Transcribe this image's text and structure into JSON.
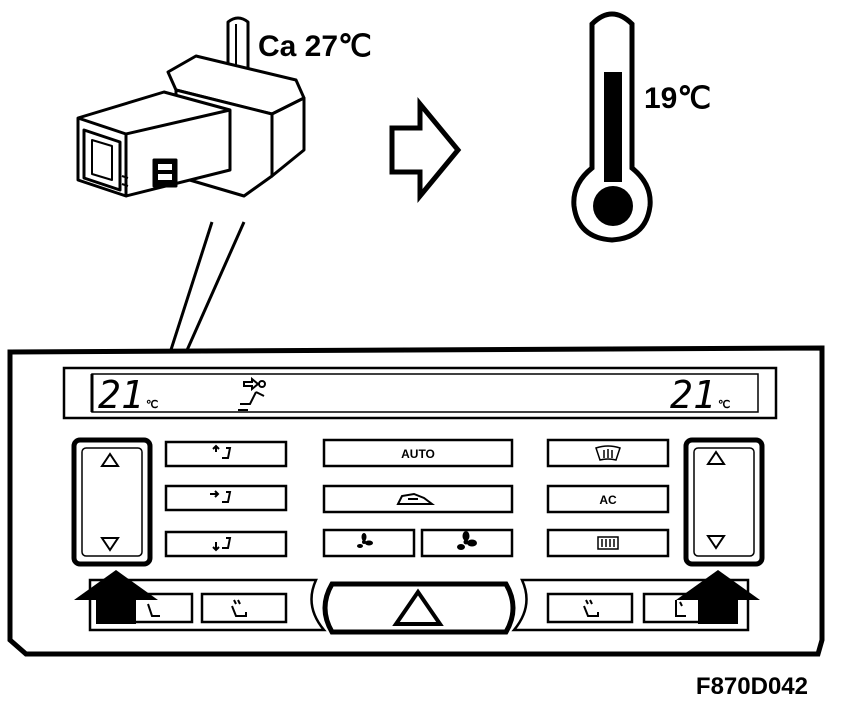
{
  "sensor": {
    "label": "Ca 27℃"
  },
  "thermometer": {
    "label": "19℃"
  },
  "display": {
    "left_temp": "21",
    "left_unit": "℃",
    "right_temp": "21",
    "right_unit": "℃"
  },
  "buttons": {
    "auto": "AUTO",
    "ac": "AC"
  },
  "figure_code": "F870D042",
  "icons": [
    "temperature-sensor-icon",
    "arrow-right-icon",
    "thermometer-icon",
    "seated-person-icon",
    "vent-upper-icon",
    "vent-middle-icon",
    "vent-lower-icon",
    "recirculation-car-icon",
    "fan-low-icon",
    "fan-high-icon",
    "windshield-defrost-icon",
    "rear-defrost-icon",
    "seat-heat-icon",
    "hazard-triangle-icon",
    "up-arrow-icon",
    "down-arrow-icon"
  ]
}
